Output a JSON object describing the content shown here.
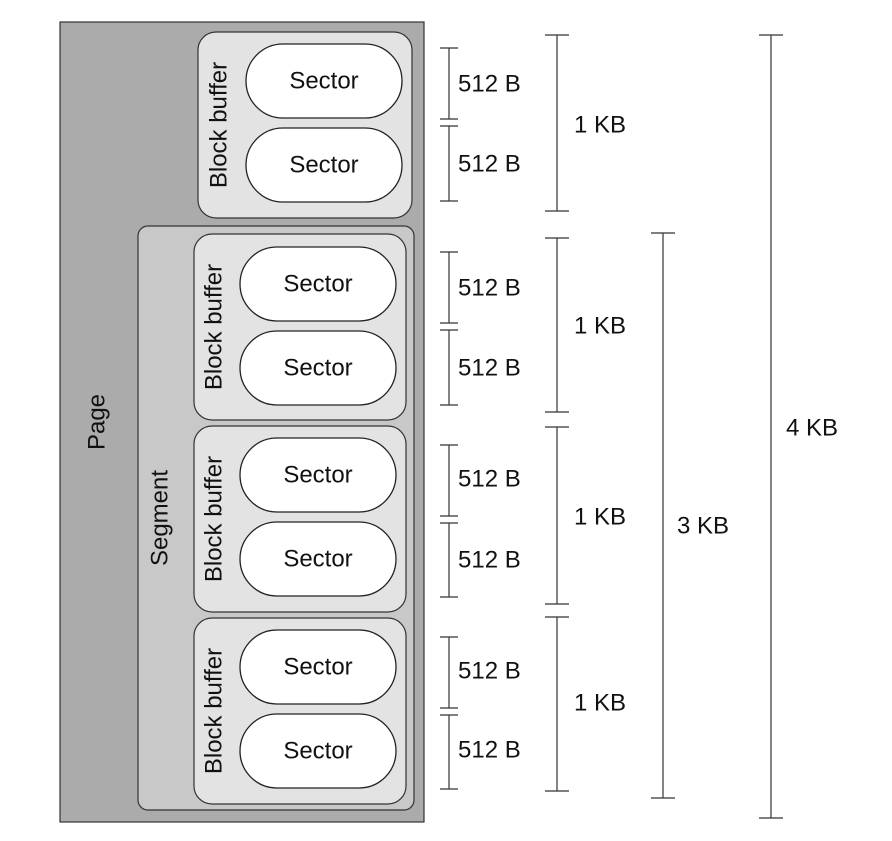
{
  "labels": {
    "page": "Page",
    "segment": "Segment",
    "block_buffer": "Block buffer",
    "sector": "Sector"
  },
  "dimensions": {
    "sector_size": "512 B",
    "block_size": "1 KB",
    "segment_size": "3 KB",
    "page_size": "4 KB"
  },
  "colors": {
    "page_fill": "#ababab",
    "segment_fill": "#c8c8c8",
    "block_buffer_fill": "#e3e3e3",
    "sector_fill": "#ffffff"
  }
}
